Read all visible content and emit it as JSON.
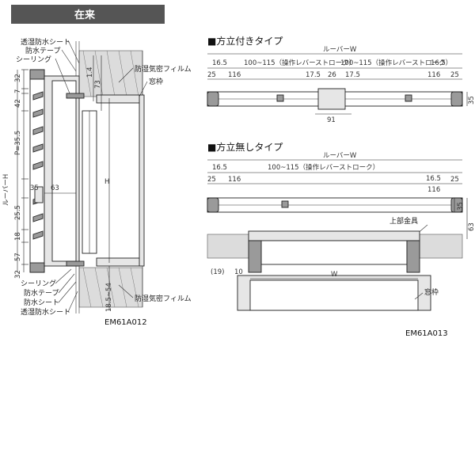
{
  "header": {
    "tag": "在来"
  },
  "left_view": {
    "labels": {
      "vapor_sheet_top": "透湿防水シート",
      "waterproof_tape_top": "防水テープ",
      "sealing_top": "シーリング",
      "vapor_barrier_top": "防湿気密フィルム",
      "window_frame": "窓枠",
      "sealing_bottom": "シーリング",
      "waterproof_tape_bottom": "防水テープ",
      "waterproof_sheet_bottom": "防水シート",
      "vapor_sheet_bottom": "透湿防水シート",
      "vapor_barrier_bottom": "防湿気密フィルム",
      "louver_h": "ルーバーH",
      "h": "H"
    },
    "dims": {
      "d32_top": "32",
      "d7": "7",
      "d42": "42",
      "pitch": "P=35.5",
      "d35": "35",
      "d63": "63",
      "d25_5": "25.5",
      "d18": "18",
      "d57": "57",
      "d32_bottom": "32",
      "d1_4": "1.4",
      "d73": "73",
      "d185_54": "18.5~54"
    },
    "code": "EM61A012"
  },
  "with_frame": {
    "title": "■方立付きタイプ",
    "dims": {
      "louver_w": "ルーバーW",
      "d16_5_l": "16.5",
      "stroke_a": "100~115（操作レバーストローク）",
      "stroke_b": "100~115（操作レバーストローク）",
      "d16_5_r": "16.5",
      "d25_l": "25",
      "d116": "116",
      "d17_5_a": "17.5",
      "d26": "26",
      "d17_5_b": "17.5",
      "d116_r": "116",
      "d25_r": "25",
      "d91": "91",
      "d35": "35"
    }
  },
  "without_frame": {
    "title": "■方立無しタイプ",
    "dims": {
      "louver_w": "ルーバーW",
      "d16_5_l": "16.5",
      "stroke": "100~115（操作レバーストローク）",
      "d16_5_r": "16.5",
      "d25_l": "25",
      "d116_l": "116",
      "d116_r": "116",
      "d25_r": "25",
      "d35": "35",
      "d63": "63",
      "d19": "(19)",
      "d10": "10",
      "w": "W"
    },
    "labels": {
      "upper_fitting": "上部金具",
      "window_frame": "窓枠"
    },
    "code": "EM61A013"
  }
}
